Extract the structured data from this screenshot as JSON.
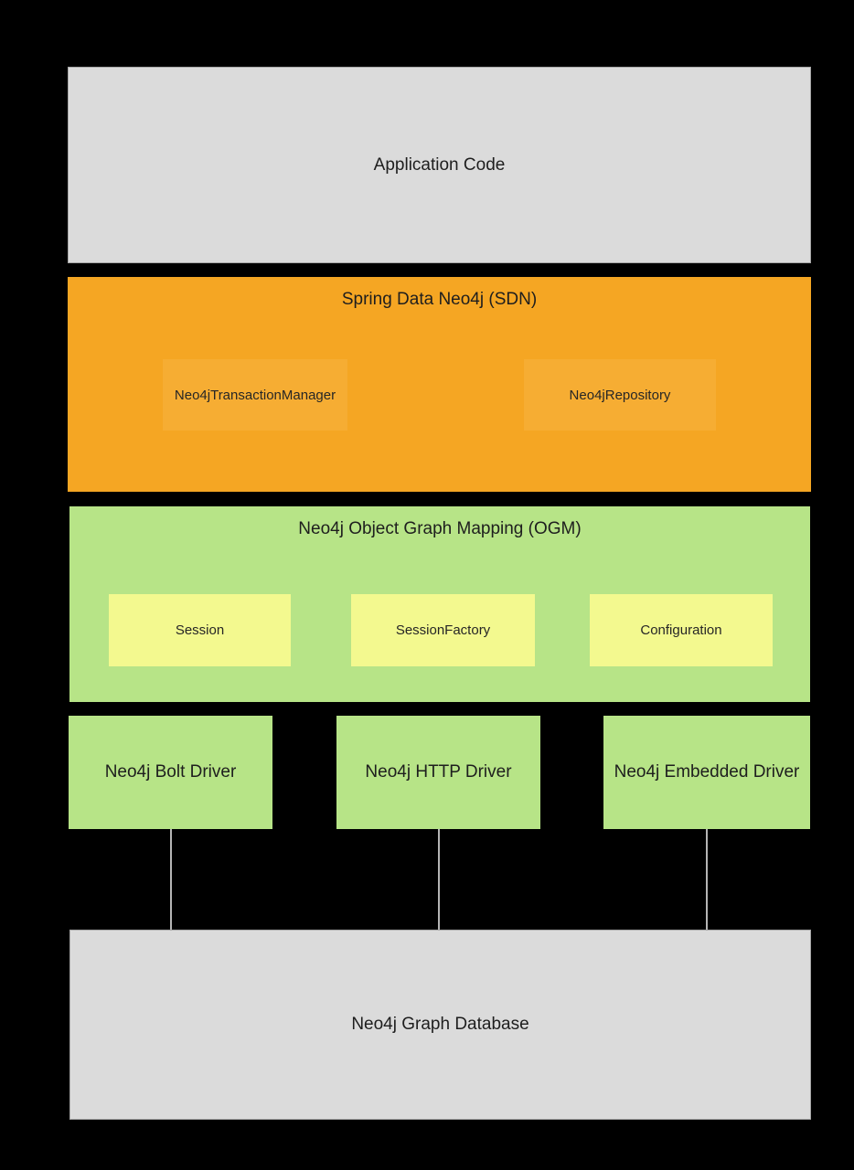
{
  "diagram": {
    "background_color": "#000000",
    "connector_color": "#b5b5b5",
    "layers": {
      "application": {
        "label": "Application Code",
        "fill": "#dbdbdb"
      },
      "sdn": {
        "label": "Spring Data Neo4j (SDN)",
        "fill": "#f5a623",
        "component_fill": "#f6ad33",
        "components": [
          {
            "label": "Neo4jTransactionManager"
          },
          {
            "label": "Neo4jRepository"
          }
        ]
      },
      "ogm": {
        "label": "Neo4j Object Graph Mapping (OGM)",
        "fill": "#b7e487",
        "component_fill": "#f3f98f",
        "components": [
          {
            "label": "Session"
          },
          {
            "label": "SessionFactory"
          },
          {
            "label": "Configuration"
          }
        ]
      },
      "drivers": {
        "fill": "#b7e487",
        "items": [
          {
            "label": "Neo4j Bolt Driver"
          },
          {
            "label": "Neo4j HTTP Driver"
          },
          {
            "label": "Neo4j Embedded Driver"
          }
        ]
      },
      "database": {
        "label": "Neo4j Graph Database",
        "fill": "#dbdbdb"
      }
    }
  }
}
